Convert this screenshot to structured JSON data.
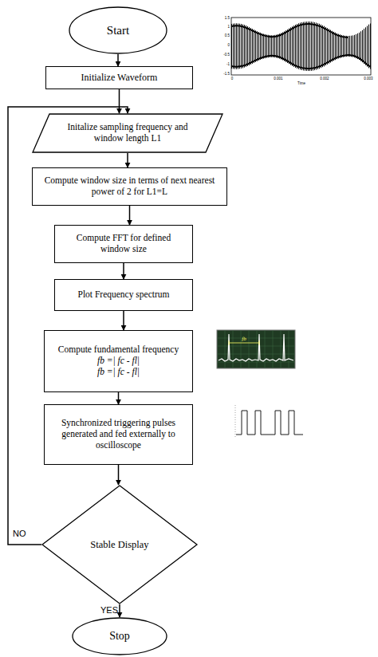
{
  "diagram": {
    "nodes": [
      {
        "text": [
          "Start"
        ]
      },
      {
        "text": [
          "Initialize Waveform"
        ]
      },
      {
        "text": [
          "Initalize sampling frequency and window length L1"
        ]
      },
      {
        "text": [
          "Compute window size in terms of next nearest power of 2 for L1=L"
        ]
      },
      {
        "text": [
          "Compute FFT for defined window size"
        ]
      },
      {
        "text": [
          "Plot Frequency spectrum"
        ]
      },
      {
        "text": [
          "Compute fundamental frequency",
          "fb =| fc - fl|",
          "fb =| fc - fl|"
        ]
      },
      {
        "text": [
          "Synchronized triggering pulses generated and fed externally to oscilloscope"
        ]
      },
      {
        "text": [
          "Stable Display"
        ]
      },
      {
        "text": [
          "Stop"
        ]
      }
    ],
    "edges": [
      {
        "from": 0,
        "to": 1,
        "arrow": "to"
      },
      {
        "from": 1,
        "to": 2,
        "arrow": "to"
      },
      {
        "from": 2,
        "to": 3,
        "arrow": "to"
      },
      {
        "from": 3,
        "to": 4,
        "arrow": "to"
      },
      {
        "from": 4,
        "to": 5,
        "arrow": "to"
      },
      {
        "from": 5,
        "to": 6,
        "arrow": "to"
      },
      {
        "from": 6,
        "to": 7,
        "arrow": "to"
      },
      {
        "from": 7,
        "to": 8,
        "arrow": "to"
      },
      {
        "from": 8,
        "to": 9,
        "label": "YES",
        "arrow": "to"
      },
      {
        "from": 8,
        "to": 2,
        "label": "NO",
        "arrow": "to"
      }
    ],
    "labels": [
      "1.5",
      "1",
      "0.5",
      "0",
      "-0.5",
      "-1",
      "-1.5",
      "0",
      "0.001",
      "0.002",
      "0.003",
      "Time",
      "fb"
    ]
  }
}
